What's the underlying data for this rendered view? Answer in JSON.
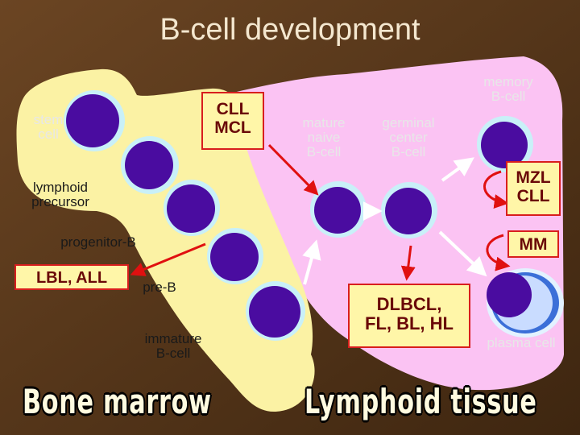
{
  "title": "B-cell development",
  "labels": {
    "stem_cell": "stem\ncell",
    "lymphoid_precursor": "lymphoid\nprecursor",
    "progenitor_b": "progenitor-B",
    "pre_b": "pre-B",
    "immature_b": "immature\nB-cell",
    "mature_naive_b": "mature\nnaive\nB-cell",
    "germinal_center_b": "germinal\ncenter\nB-cell",
    "memory_b": "memory\nB-cell",
    "plasma_cell": "plasma cell"
  },
  "disease_boxes": {
    "cll_mcl": "CLL\nMCL",
    "lbl_all": "LBL, ALL",
    "dlbcl": "DLBCL,\nFL, BL, HL",
    "mzl_cll": "MZL\nCLL",
    "mm": "MM"
  },
  "regions": {
    "bone_marrow": "Bone marrow",
    "lymphoid_tissue": "Lymphoid tissue"
  },
  "colors": {
    "background": "#5a3a1a",
    "bone_marrow": "#fbf2a4",
    "lymphoid_tissue": "#fbc3f3",
    "nucleus": "#4a0ca0",
    "cytoplasm": "#c9f0f8",
    "disease_box_border": "#d81e1e",
    "arrow_red": "#e01010"
  }
}
